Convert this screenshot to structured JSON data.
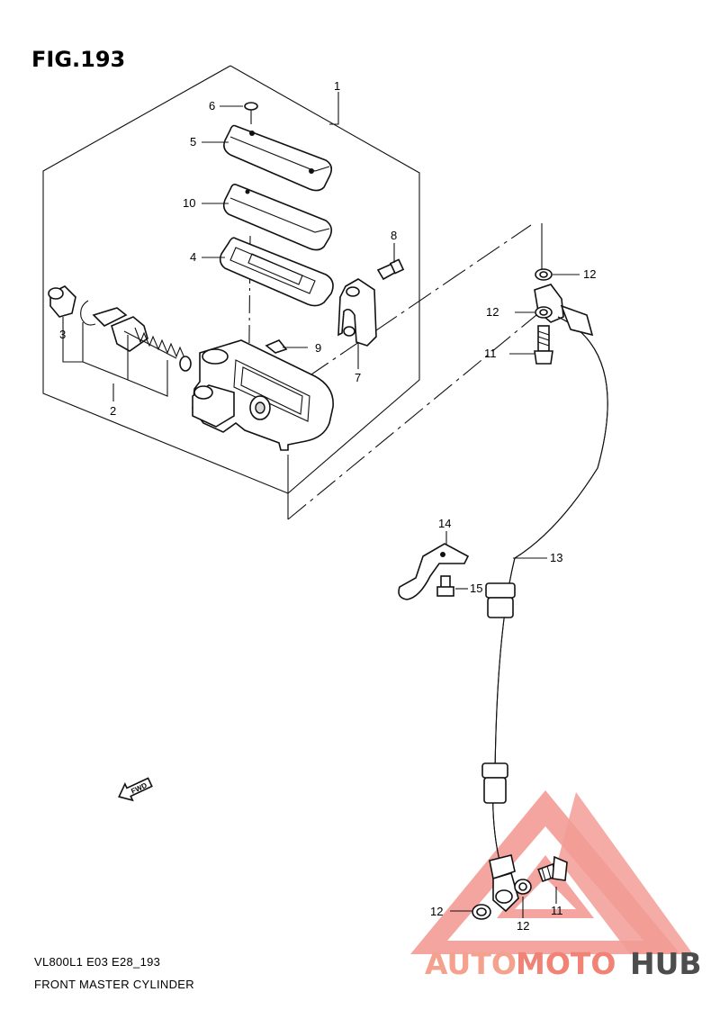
{
  "figure": {
    "title": "FIG.193"
  },
  "callouts": {
    "c1": "1",
    "c2": "2",
    "c3": "3",
    "c4": "4",
    "c5": "5",
    "c6": "6",
    "c7": "7",
    "c8": "8",
    "c9": "9",
    "c10": "10",
    "c11a": "11",
    "c11b": "11",
    "c12a": "12",
    "c12b": "12",
    "c12c": "12",
    "c12d": "12",
    "c13": "13",
    "c14": "14",
    "c15": "15"
  },
  "fwd": {
    "label": "FWD",
    "icon": "fwd-arrow-icon"
  },
  "footer": {
    "code": "VL800L1 E03 E28_193",
    "caption": "FRONT MASTER CYLINDER"
  },
  "watermark": {
    "part1": "AUTO",
    "part2": "MOTO",
    "part3": "HUB",
    "colors": {
      "auto": "#f4a18e",
      "moto": "#f08276",
      "hub": "#4d4d4d",
      "triangle": "#f07b73"
    }
  }
}
